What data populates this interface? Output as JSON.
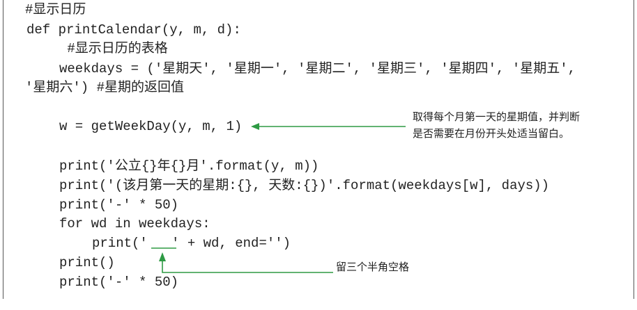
{
  "code": [
    "#显示日历",
    "def printCalendar(y, m, d):",
    " #显示日历的表格",
    "weekdays = ('星期天', '星期一', '星期二', '星期三', '星期四', '星期五',",
    "'星期六') #星期的返回值",
    "w = getWeekDay(y, m, 1)",
    "print('公立{}年{}月'.format(y, m))",
    "print('(该月第一天的星期:{}, 天数:{})'.format(weekdays[w], days))",
    "print('-' * 50)",
    "for wd in weekdays:",
    "print('   ' + wd, end='')",
    "print()",
    "print('-' * 50)"
  ],
  "annotations": {
    "getweekday_note": [
      "取得每个月第一天的星期值，并判断",
      "是否需要在月份开头处适当留白。"
    ],
    "spaces_note": "留三个半角空格"
  },
  "colors": {
    "arrow": "#2e9a44",
    "text": "#222222"
  }
}
